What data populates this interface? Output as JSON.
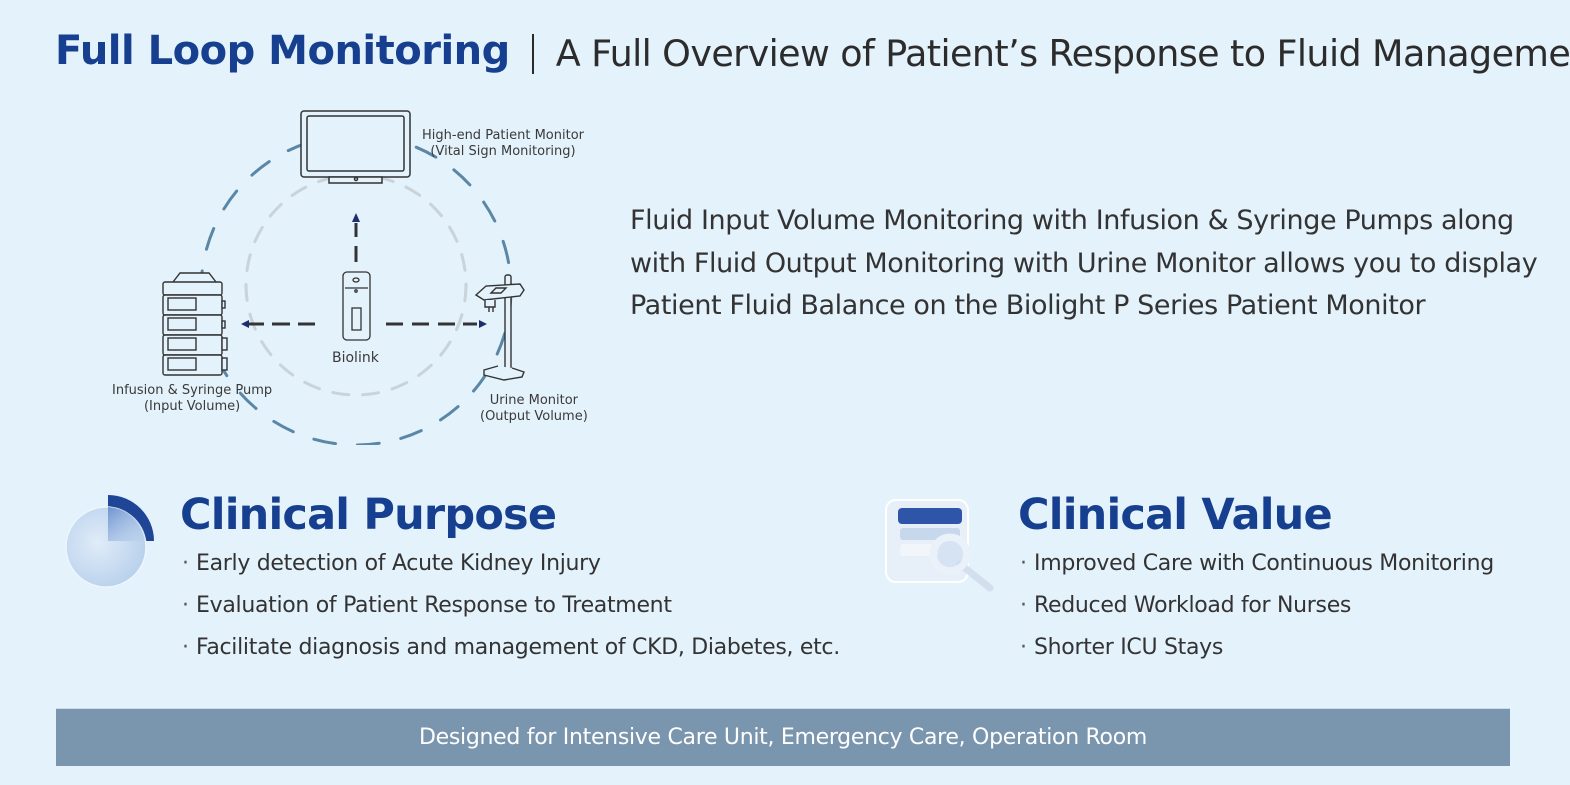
{
  "header": {
    "title": "Full Loop Monitoring",
    "subtitle": "A Full Overview of Patient’s Response to Fluid Management"
  },
  "diagram": {
    "devices": {
      "monitor": {
        "line1": "High-end Patient Monitor",
        "line2": "(Vital Sign Monitoring)",
        "icon": "patient-monitor-icon"
      },
      "pump": {
        "line1": "Infusion & Syringe Pump",
        "line2": "(Input Volume)",
        "icon": "infusion-pump-icon"
      },
      "urine": {
        "line1": "Urine Monitor",
        "line2": "(Output Volume)",
        "icon": "urine-monitor-icon"
      },
      "hub": {
        "label": "Biolink",
        "icon": "biolink-hub-icon"
      }
    },
    "colors": {
      "outer_ring": "#5a87a6",
      "inner_ring": "#c8d3da",
      "arrow": "#1d2d6e",
      "line": "#333333"
    }
  },
  "description": "Fluid Input Volume Monitoring with Infusion & Syringe Pumps along with Fluid Output Monitoring with Urine Monitor allows you to display Patient Fluid Balance on the Biolight P Series Patient Monitor",
  "clinical_purpose": {
    "title": "Clinical Purpose",
    "icon": "pie-chart-icon",
    "bullet": "·",
    "items": [
      "Early detection of Acute Kidney Injury",
      "Evaluation of Patient Response to Treatment",
      "Facilitate diagnosis and management of CKD, Diabetes, etc."
    ]
  },
  "clinical_value": {
    "title": "Clinical Value",
    "icon": "document-search-icon",
    "bullet": "·",
    "items": [
      "Improved Care with Continuous Monitoring",
      "Reduced Workload for Nurses",
      "Shorter ICU Stays"
    ]
  },
  "footer": {
    "text": "Designed for Intensive Care Unit, Emergency Care, Operation Room"
  },
  "colors": {
    "background": "#e4f2fb",
    "brand_blue": "#173f8f",
    "footer_bar": "#7a95ae",
    "body_text": "#333333"
  }
}
